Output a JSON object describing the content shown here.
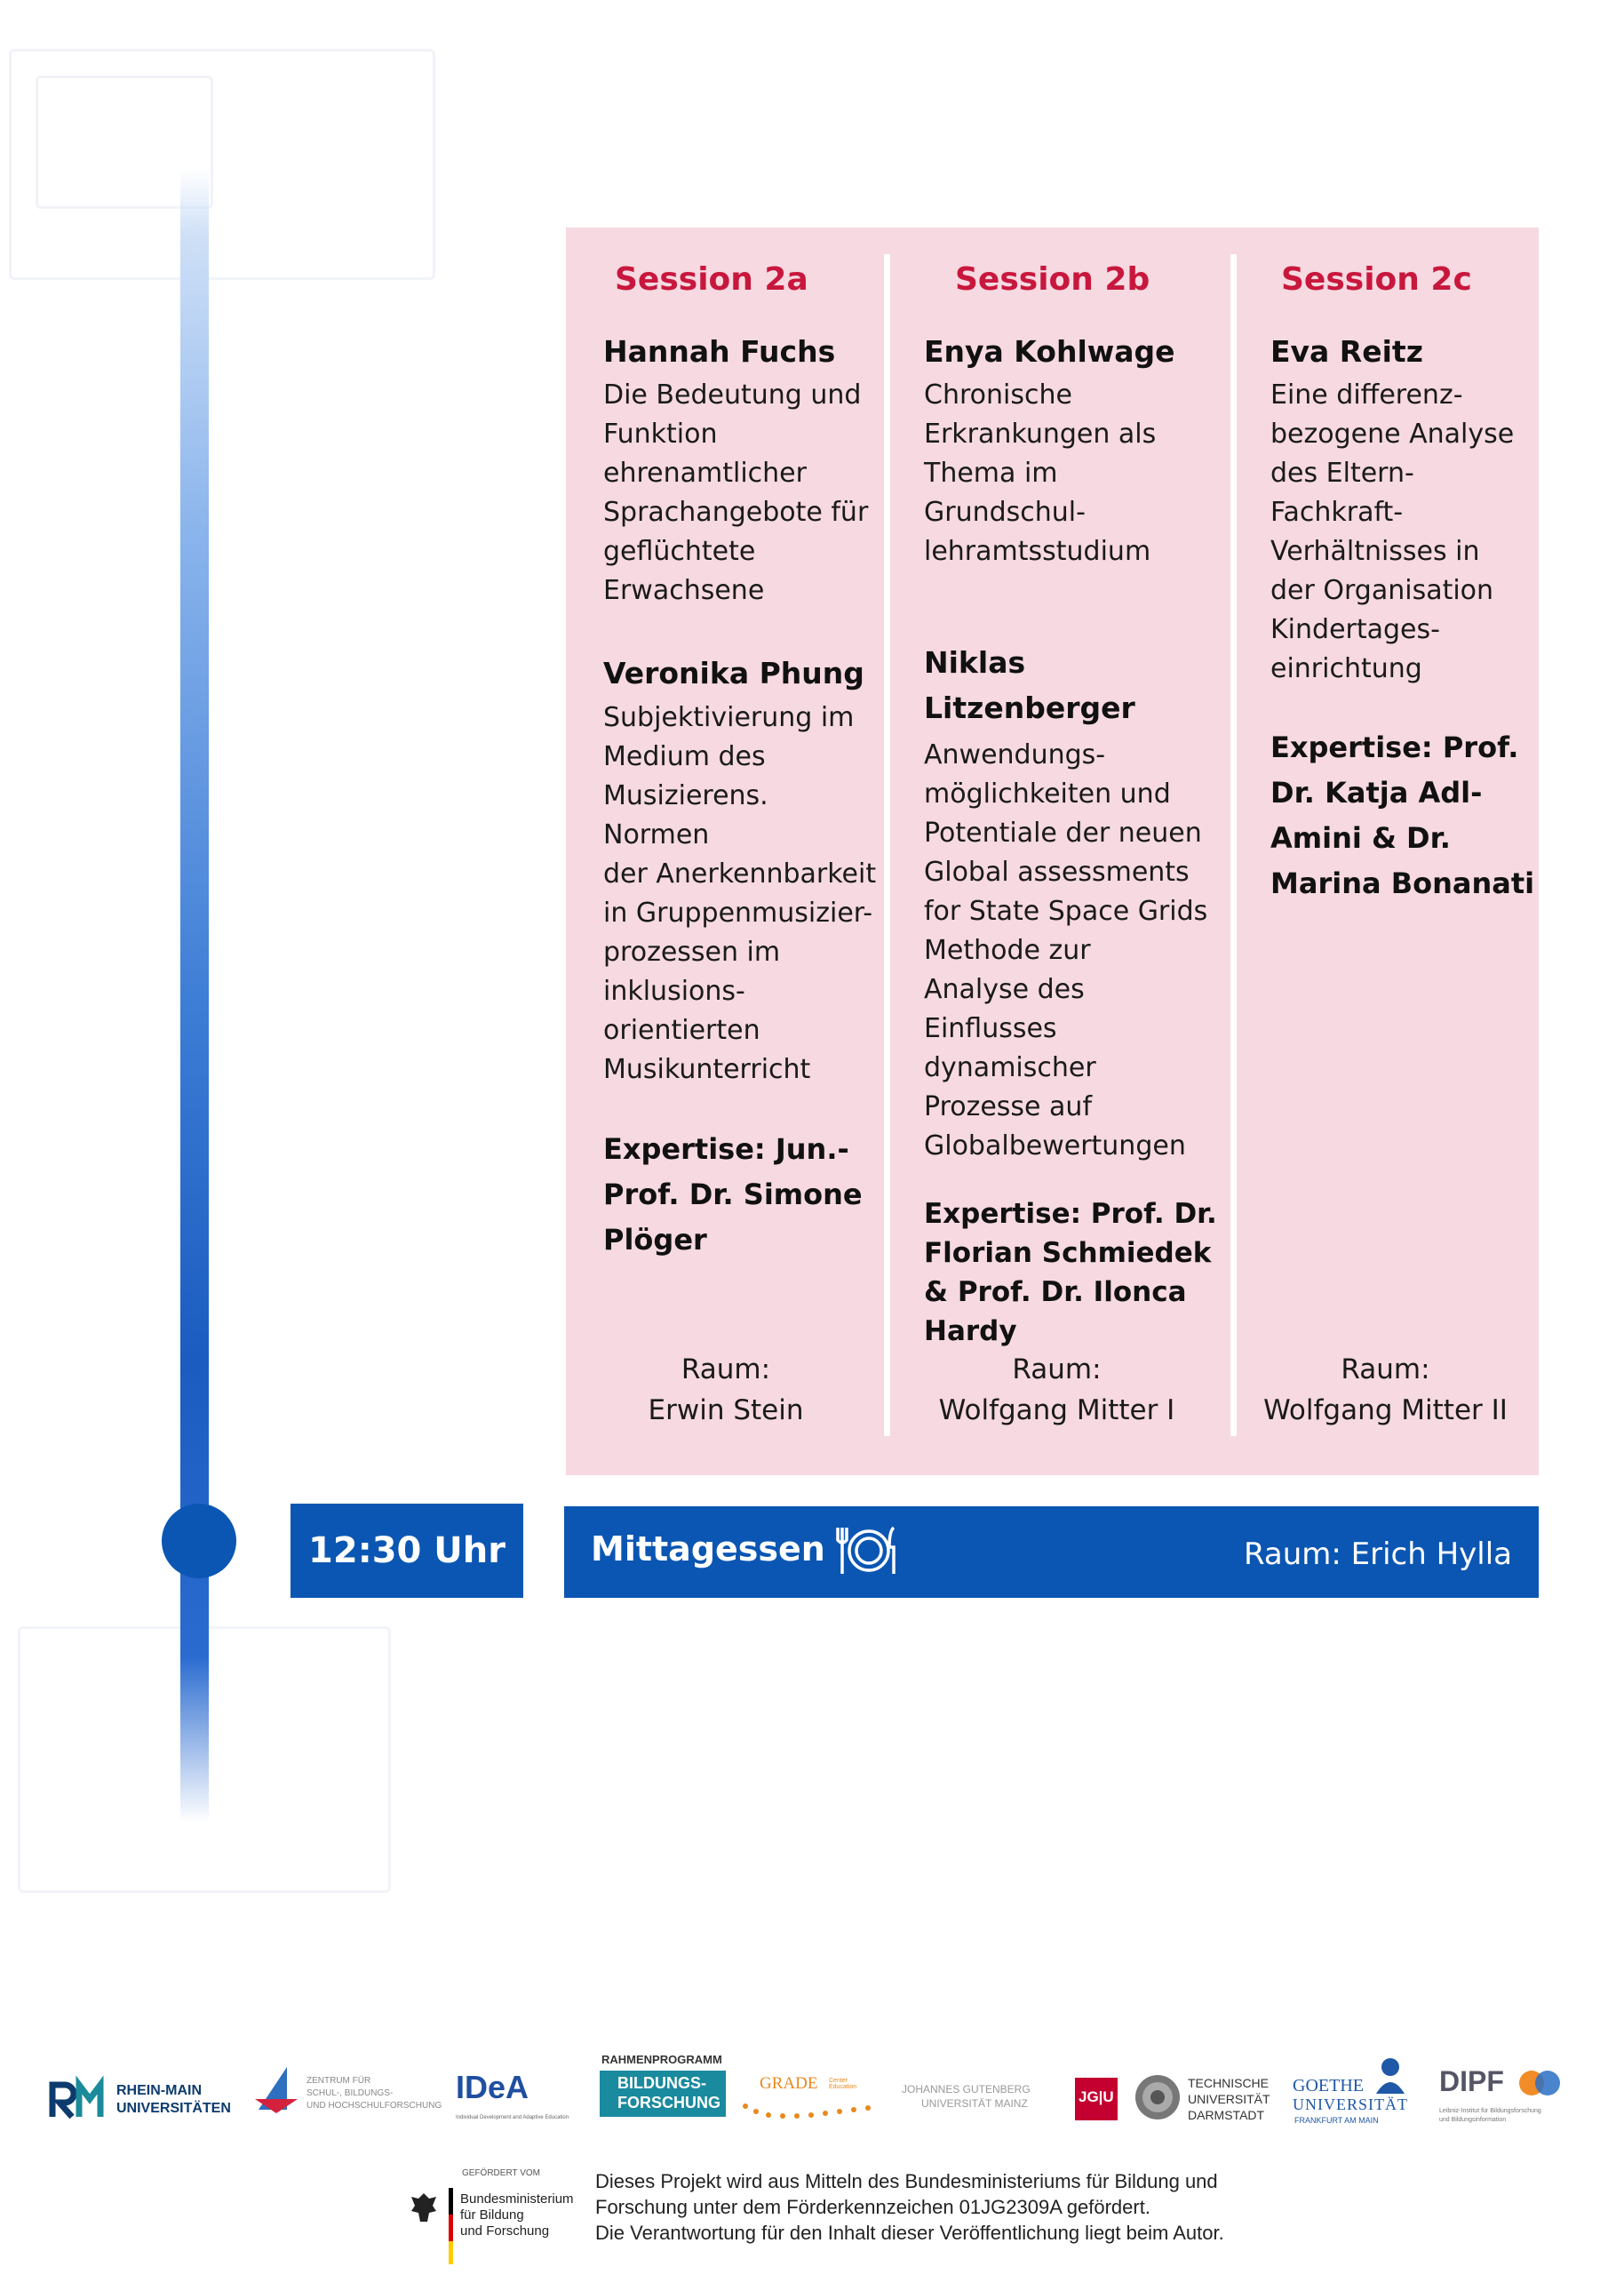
{
  "sessions": [
    {
      "title": "Session 2a",
      "presenter1": "Hannah Fuchs",
      "talk1": "Die Bedeutung und\nFunktion\nehrenamtlicher\nSprachangebote für\ngeflüchtete\nErwachsene",
      "presenter2": "Veronika Phung",
      "talk2": "Subjektivierung im\nMedium des\nMusizierens. Normen\nder Anerkennbarkeit\nin Gruppenmusizier-\nprozessen im\ninklusions-\norientierten\nMusikunterricht",
      "expertise": "Expertise: Jun.-\nProf. Dr. Simone\nPlöger",
      "room_label": "Raum:",
      "room_name": "Erwin Stein"
    },
    {
      "title": "Session 2b",
      "presenter1": "Enya Kohlwage",
      "talk1": "Chronische\nErkrankungen als\nThema im\nGrundschul-\nlehramtsstudium",
      "presenter2": "Niklas\nLitzenberger",
      "talk2": "Anwendungs-\nmöglichkeiten und\nPotentiale der neuen\nGlobal assessments\nfor State Space Grids\nMethode zur\nAnalyse des\nEinflusses\ndynamischer\nProzesse auf\nGlobalbewertungen",
      "expertise": "Expertise: Prof. Dr.\nFlorian Schmiedek\n& Prof. Dr. Ilonca\nHardy",
      "room_label": "Raum:",
      "room_name": "Wolfgang Mitter I"
    },
    {
      "title": "Session 2c",
      "presenter1": "Eva Reitz",
      "talk1": "Eine differenz-\nbezogene Analyse\ndes Eltern-\nFachkraft-\nVerhältnisses in\nder Organisation\nKindertages-\neinrichtung",
      "expertise": "Expertise: Prof.\nDr. Katja Adl-\nAmini & Dr.\nMarina Bonanati",
      "room_label": "Raum:",
      "room_name": "Wolfgang Mitter II"
    }
  ],
  "lunch": {
    "time": "12:30 Uhr",
    "label": "Mittagessen",
    "room": "Raum: Erich Hylla",
    "icon": "plate-cutlery-icon"
  },
  "logos": {
    "rm_line1": "RHEIN-MAIN",
    "rm_line2": "UNIVERSITÄTEN",
    "zsb_line1": "ZENTRUM FÜR",
    "zsb_line2": "SCHUL-, BILDUNGS-",
    "zsb_line3": "UND HOCHSCHULFORSCHUNG",
    "idea": "IDeA",
    "idea_sub": "Individual Development and Adaptive Education",
    "rahmen": "RAHMENPROGRAMM",
    "bildung1": "BILDUNGS-",
    "bildung2": "FORSCHUNG",
    "grade": "GRADE",
    "grade_sub": "Center Education",
    "jgu_line1": "JOHANNES GUTENBERG",
    "jgu_line2": "UNIVERSITÄT MAINZ",
    "jgu_mark": "JG|U",
    "tud_line1": "TECHNISCHE",
    "tud_line2": "UNIVERSITÄT",
    "tud_line3": "DARMSTADT",
    "goethe_line1": "GOETHE",
    "goethe_line2": "UNIVERSITÄT",
    "goethe_line3": "FRANKFURT AM MAIN",
    "dipf": "DIPF",
    "dipf_sub1": "Leibniz-Institut für Bildungsforschung",
    "dipf_sub2": "und Bildungsinformation"
  },
  "funding": {
    "gefoerdert": "GEFÖRDERT VOM",
    "bmbf1": "Bundesministerium",
    "bmbf2": "für Bildung",
    "bmbf3": "und Forschung",
    "text": "Dieses Projekt wird aus Mitteln des Bundesministeriums für Bildung und\nForschung unter dem Förderkennzeichen 01JG2309A gefördert.\nDie Verantwortung für den Inhalt dieser Veröffentlichung liegt beim Autor."
  },
  "colors": {
    "session_title": "#c8173d",
    "panel_bg": "#f6d9e1",
    "primary_blue": "#0b56b3"
  }
}
